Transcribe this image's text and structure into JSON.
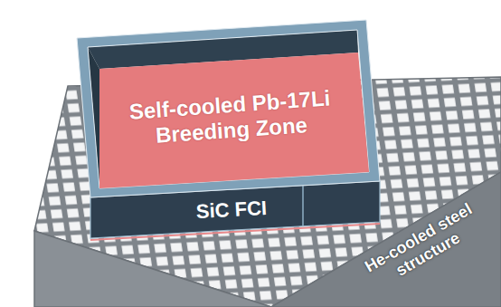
{
  "diagram": {
    "nodes": [
      {
        "text": [
          "He-cooled steel structure"
        ]
      },
      {
        "text": [
          "SiC FCI"
        ],
        "in": 0
      },
      {
        "text": [
          "Self-cooled Pb-17Li Breeding Zone"
        ],
        "in": 1
      }
    ]
  }
}
